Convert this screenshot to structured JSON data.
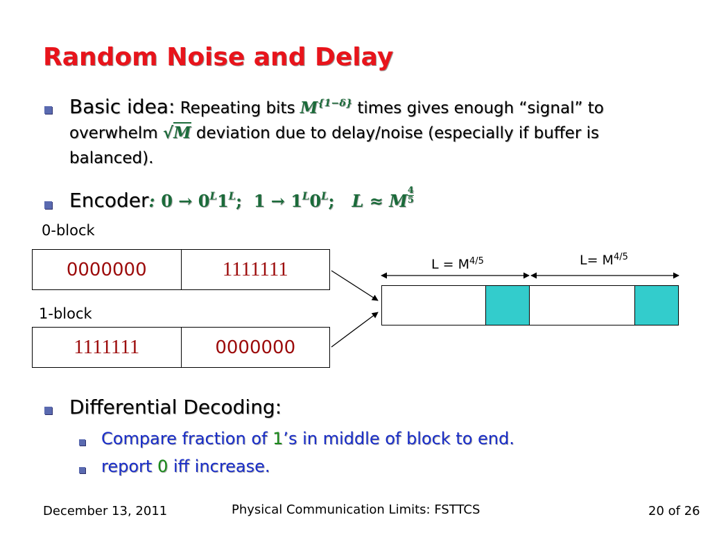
{
  "title": "Random Noise and Delay",
  "bullets": {
    "basic_idea": {
      "lead": "Basic idea:",
      "text_1": "Repeating bits",
      "math_M": "M",
      "math_exponent": "{1−δ}",
      "text_2": "times gives enough",
      "text_3": "“signal” to overwhelm",
      "math_sqrt": "√",
      "math_sqrt_arg": "M",
      "text_4": "deviation due to delay/noise (especially if buffer is balanced)."
    },
    "encoder": {
      "lead": "Encoder",
      "colon": ":",
      "math_zero_map": "0 → 0",
      "math_one_L": "1",
      "math_sep": ";",
      "math_one_map": "1 → 1",
      "math_zero_L": "0",
      "math_L": "L",
      "math_approx": "L ≈ M",
      "frac_num": "4",
      "frac_den": "5"
    },
    "decoding": {
      "lead": "Differential Decoding:",
      "items": [
        {
          "pre": "Compare fraction of ",
          "highlight": "1",
          "post": "’s in middle of block to end."
        },
        {
          "pre": "report ",
          "highlight": "0",
          "post": " iff increase."
        }
      ]
    }
  },
  "diagram": {
    "zero_block": {
      "label": "0-block",
      "cells": [
        "0000000",
        "1111111"
      ]
    },
    "one_block": {
      "label": "1-block",
      "cells": [
        "1111111",
        "0000000"
      ]
    },
    "segment_1": {
      "text": "L = M",
      "sup": "4/5"
    },
    "segment_2": {
      "text": "L= M",
      "sup": "4/5"
    }
  },
  "footer": {
    "date": "December 13, 2011",
    "center": "Physical Communication Limits: FSTTCS",
    "page_current": "20",
    "page_of": "of 26"
  },
  "colors": {
    "title": "#e8141b",
    "math": "#1b6b3a",
    "sub_bullet_text": "#1a2ec9",
    "sub_bullet_digit": "#1b8a1b",
    "block_digits": "#9c0b0b",
    "teal_marker": "#33cccc",
    "bullet": "#5a6ab0"
  }
}
